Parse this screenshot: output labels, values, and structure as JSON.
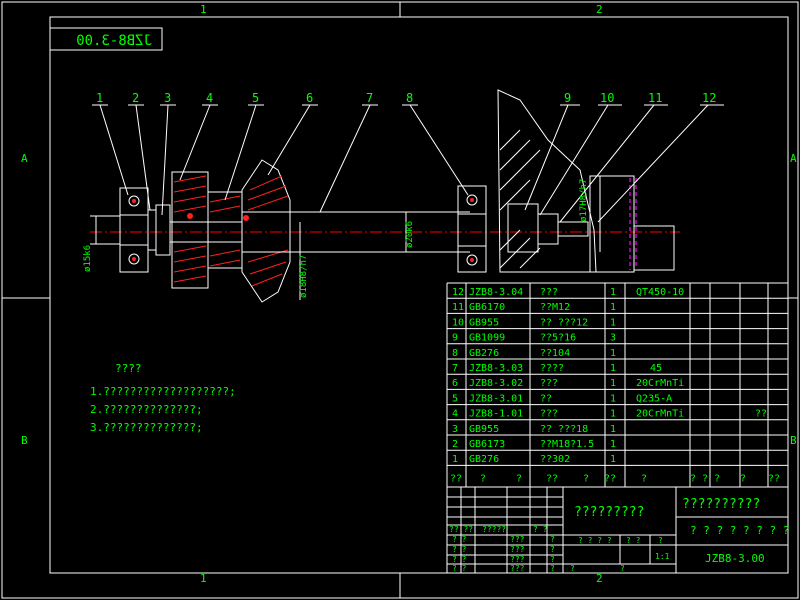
{
  "drawing_code": "JZB8-3.00",
  "zone_cols": [
    "1",
    "2"
  ],
  "zone_rows": [
    "A",
    "B"
  ],
  "balloons": [
    "1",
    "2",
    "3",
    "4",
    "5",
    "6",
    "7",
    "8",
    "9",
    "10",
    "11",
    "12"
  ],
  "dimensions": {
    "left_bore": "ø15k6",
    "hub_fit": "ø18H8/h7",
    "shaft": "ø20k6",
    "right_fit": "ø17H8/h7"
  },
  "notes": {
    "title": "????",
    "lines": [
      "1.???????????????????;",
      "2.??????????????;",
      "3.??????????????;"
    ]
  },
  "bom": [
    {
      "no": "12",
      "code": "JZB8-3.04",
      "name": "???",
      "qty": "1",
      "mat": "QT450-10",
      "note": ""
    },
    {
      "no": "11",
      "code": "GB6170",
      "name": "??M12",
      "qty": "1",
      "mat": "",
      "note": ""
    },
    {
      "no": "10",
      "code": "GB955",
      "name": "?? ???12",
      "qty": "1",
      "mat": "",
      "note": ""
    },
    {
      "no": "9",
      "code": "GB1099",
      "name": "??5?16",
      "qty": "3",
      "mat": "",
      "note": ""
    },
    {
      "no": "8",
      "code": "GB276",
      "name": "??104",
      "qty": "1",
      "mat": "",
      "note": ""
    },
    {
      "no": "7",
      "code": "JZB8-3.03",
      "name": "????",
      "qty": "1",
      "mat": "45",
      "note": ""
    },
    {
      "no": "6",
      "code": "JZB8-3.02",
      "name": "???",
      "qty": "1",
      "mat": "20CrMnTi",
      "note": ""
    },
    {
      "no": "5",
      "code": "JZB8-3.01",
      "name": "??",
      "qty": "1",
      "mat": "Q235-A",
      "note": ""
    },
    {
      "no": "4",
      "code": "JZB8-1.01",
      "name": "???",
      "qty": "1",
      "mat": "20CrMnTi",
      "note": "??"
    },
    {
      "no": "3",
      "code": "GB955",
      "name": "?? ???18",
      "qty": "1",
      "mat": "",
      "note": ""
    },
    {
      "no": "2",
      "code": "GB6173",
      "name": "??M18?1.5",
      "qty": "1",
      "mat": "",
      "note": ""
    },
    {
      "no": "1",
      "code": "GB276",
      "name": "??302",
      "qty": "1",
      "mat": "",
      "note": ""
    }
  ],
  "bom_header": [
    "??",
    "?",
    "?",
    "??",
    "?",
    "??",
    "?",
    "? ? ?",
    "?",
    "??"
  ],
  "title_block": {
    "drawing_name": "?????????",
    "company": "??????????",
    "company_sub": "? ? ? ? ? ? ? ?",
    "code": "JZB8-3.00",
    "scale": "1:1",
    "q1": "? ? ? ?",
    "q2": "? ?",
    "q3": "?",
    "sheet": "?",
    "grid_left": [
      "?? ??",
      "? ?",
      "? ?",
      "? ?",
      "? ?"
    ],
    "grid_mid": [
      "?????",
      "???",
      "???",
      "???",
      "???"
    ],
    "grid_r": [
      "? ?",
      "?",
      "?",
      "?",
      "?"
    ]
  }
}
